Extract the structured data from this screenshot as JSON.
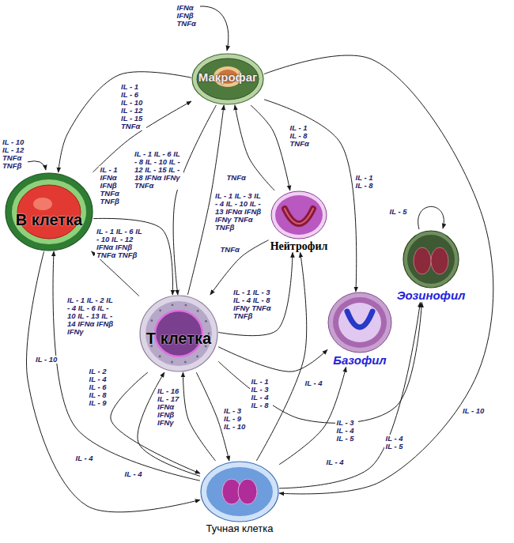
{
  "diagram": {
    "nodes": [
      {
        "text": [
          "Макрофаг"
        ]
      },
      {
        "text": [
          "В клетка"
        ]
      },
      {
        "text": [
          "Нейтрофил"
        ]
      },
      {
        "text": [
          "Эозинофил"
        ]
      },
      {
        "text": [
          "Т клетка"
        ]
      },
      {
        "text": [
          "Базофил"
        ]
      },
      {
        "text": [
          "Тучная клетка"
        ]
      }
    ],
    "edges": [
      {
        "from": 0,
        "to": 1,
        "arrow": "to",
        "label": "IL - 1 IL - 6 IL - 10 IL - 12 IL - 15 TNFα"
      },
      {
        "from": 1,
        "to": 0,
        "arrow": "to",
        "label": "IL - 1 IFNα IFNβ TNFα TNFβ"
      },
      {
        "from": 1,
        "to": 4,
        "arrow": "to",
        "label": "IL - 1 IL - 6 IL - 10 IL - 12 IFNα IFNβ TNFα TNFβ"
      },
      {
        "from": 4,
        "to": 1,
        "arrow": "to",
        "label": "IL - 1 IL - 2 IL - 4 IL - 6 IL - 10 IL - 13 IL - 14 IFNα IFNβ IFNγ"
      },
      {
        "from": 0,
        "to": 4,
        "arrow": "to",
        "label": "IL - 1 IL - 6 IL - 8 IL - 10 IL - 12 IL - 15 IL - 18 IFNα IFNγ TNFα"
      },
      {
        "from": 4,
        "to": 0,
        "arrow": "to",
        "label": "IL - 1 IL - 3 IL - 4 IL - 10 IL - 13 IFNα IFNβ IFNγ TNFα TNFβ"
      },
      {
        "from": 0,
        "to": 2,
        "arrow": "to",
        "label": "IL - 1 IL - 8 TNFα"
      },
      {
        "from": 2,
        "to": 0,
        "arrow": "to",
        "label": "TNFα"
      },
      {
        "from": 0,
        "to": 5,
        "arrow": "to",
        "label": "IL - 1 IL - 8"
      },
      {
        "from": 0,
        "to": 6,
        "arrow": "to",
        "label": "IL - 10"
      },
      {
        "from": 2,
        "to": 4,
        "arrow": "to",
        "label": "TNFα"
      },
      {
        "from": 4,
        "to": 2,
        "arrow": "to",
        "label": "IL - 1 IL - 3 IL - 4 IL - 8 IFNγ TNFα TNFβ"
      },
      {
        "from": 4,
        "to": 5,
        "arrow": "to",
        "label": "IL - 1 IL - 3 IL - 4 IL - 8"
      },
      {
        "from": 4,
        "to": 3,
        "arrow": "to",
        "label": "IL - 3 IL - 4 IL - 5"
      },
      {
        "from": 4,
        "to": 6,
        "arrow": "to",
        "label": "IL - 3 IL - 9 IL - 10"
      },
      {
        "from": 6,
        "to": 4,
        "arrow": "to",
        "label": "IL - 16 IL - 17 IFNα IFNβ IFNγ"
      },
      {
        "from": 6,
        "to": 4,
        "arrow": "to",
        "label": "IL - 4"
      },
      {
        "from": 4,
        "to": 6,
        "arrow": "to",
        "label": "IL - 2 IL - 4 IL - 6 IL - 8 IL - 9"
      },
      {
        "from": 1,
        "to": 6,
        "arrow": "to",
        "label": "IL - 10"
      },
      {
        "from": 6,
        "to": 1,
        "arrow": "to",
        "label": "IL - 4"
      },
      {
        "from": 6,
        "to": 2,
        "arrow": "to",
        "label": "IL - 4"
      },
      {
        "from": 6,
        "to": 5,
        "arrow": "to",
        "label": "IL - 4"
      },
      {
        "from": 6,
        "to": 3,
        "arrow": "to",
        "label": "IL - 4 IL - 5"
      }
    ],
    "labels": [
      "IFNα IFNβ TNFα",
      "IL - 10 IL - 12 TNFα TNFβ",
      "IL - 5"
    ]
  }
}
